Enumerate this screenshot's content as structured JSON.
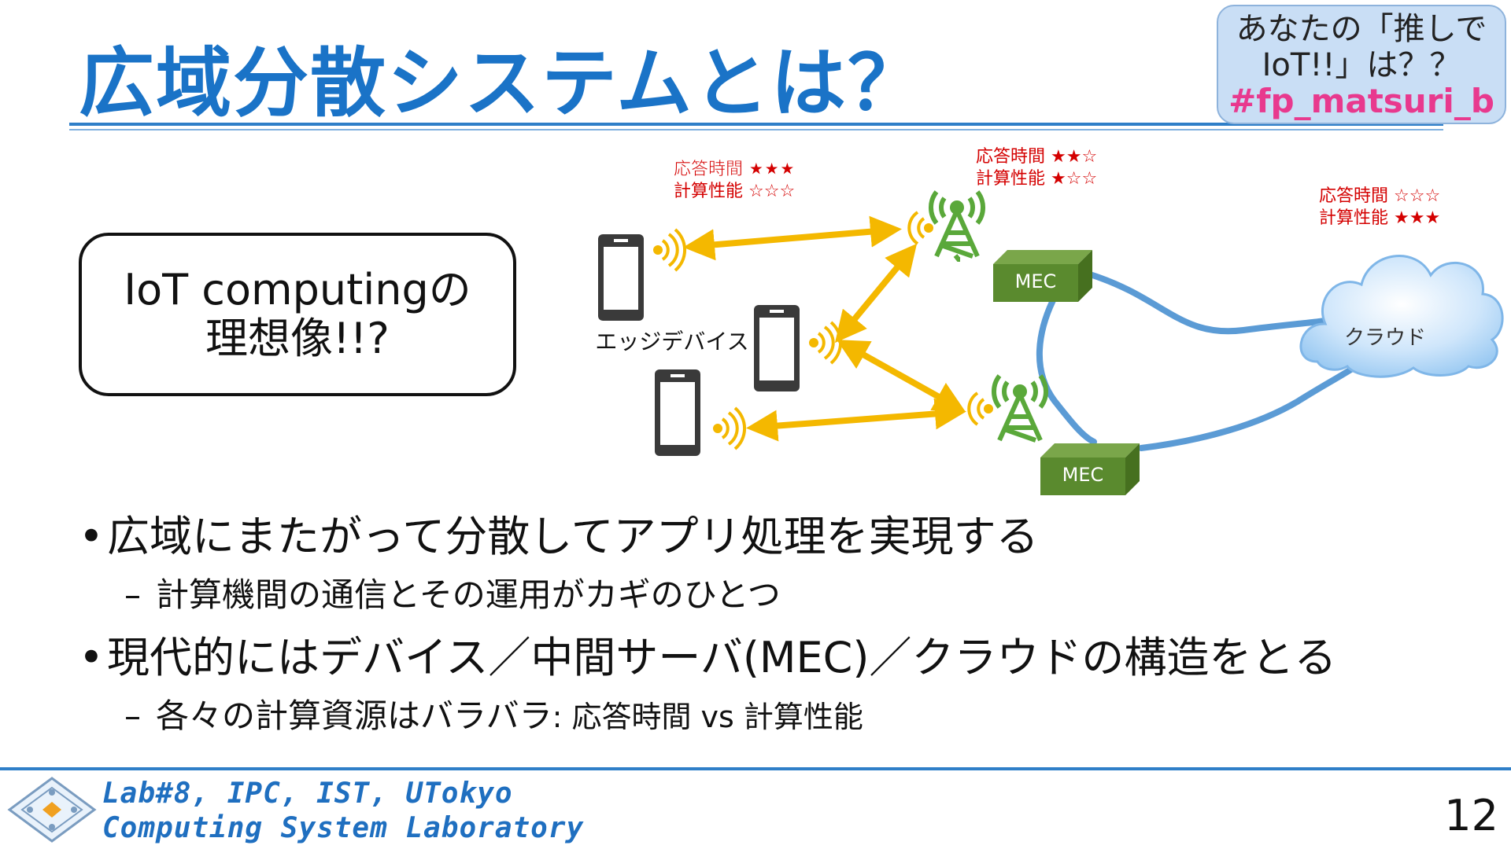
{
  "slide": {
    "title": "広域分散システムとは？",
    "page_number": "12"
  },
  "hashtag_box": {
    "line1": "あなたの「推しで",
    "line2": "IoT!!」は？？",
    "hashtag": "#fp_matsuri_b"
  },
  "concept_box": {
    "line1": "IoT computingの",
    "line2": "理想像!!?"
  },
  "diagram": {
    "edge_devices_label": "エッジデバイス",
    "mec_label_1": "MEC",
    "mec_label_2": "MEC",
    "cloud_label": "クラウド",
    "ratings": [
      {
        "line1": "応答時間 ★★★",
        "line2": "計算性能 ☆☆☆"
      },
      {
        "line1": "応答時間 ★★☆",
        "line2": "計算性能 ★☆☆"
      },
      {
        "line1": "応答時間 ☆☆☆",
        "line2": "計算性能 ★★★"
      }
    ],
    "colors": {
      "arrow": "#f4b800",
      "mec": "#5a8a2e",
      "tower": "#5aa83a",
      "link": "#5b9bd5",
      "rating": "#d40000",
      "signal": "#f4b800"
    }
  },
  "bullets": [
    {
      "text": "広域にまたがって分散してアプリ処理を実現する",
      "sub": "計算機間の通信とその運用がカギのひとつ"
    },
    {
      "text": "現代的にはデバイス／中間サーバ(MEC)／クラウドの構造をとる",
      "sub": "各々の計算資源はバラバラ",
      "sub_suffix": ": 応答時間 vs 計算性能"
    }
  ],
  "bullet_marker": "•",
  "sub_marker": "–",
  "footer": {
    "line1": "Lab#8, IPC, IST, UTokyo",
    "line2": "Computing System Laboratory"
  }
}
